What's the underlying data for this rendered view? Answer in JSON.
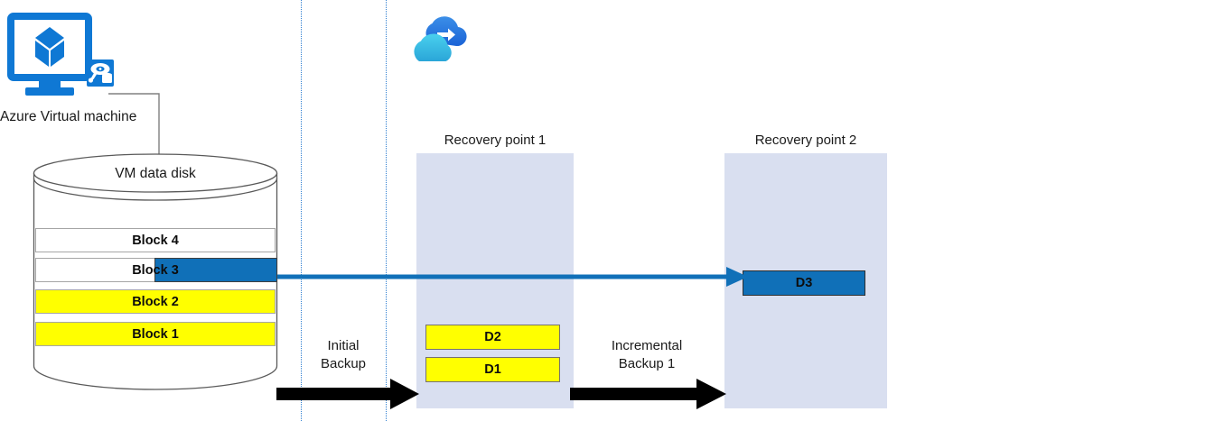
{
  "diagram": {
    "title": "Azure VM backup block-level incremental diagram",
    "colors": {
      "azure_blue": "#0f78d4",
      "cloud_light": "#32bedd",
      "panel_fill": "#d9dff0",
      "highlight_yellow": "#ffff00",
      "changed_block_blue": "#1070b8",
      "guide_line": "#2f7fd1",
      "arrow_black": "#000000"
    }
  },
  "source": {
    "vm_icon_name": "azure-virtual-machine-icon",
    "vm_label": "Azure Virtual machine",
    "disk_glyph_name": "vm-data-disk-icon",
    "cylinder": {
      "title": "VM data disk",
      "blocks": [
        {
          "label": "Block 4",
          "fill": "white",
          "changed": false
        },
        {
          "label": "Block 3",
          "fill": "white",
          "changed": true
        },
        {
          "label": "Block 2",
          "fill": "yellow",
          "changed": false
        },
        {
          "label": "Block 1",
          "fill": "yellow",
          "changed": false
        }
      ]
    }
  },
  "vault": {
    "icon_name": "recovery-services-vault-cloud-icon"
  },
  "recovery_points": [
    {
      "title": "Recovery point 1",
      "items": [
        {
          "label": "D2",
          "color": "yellow"
        },
        {
          "label": "D1",
          "color": "yellow"
        }
      ]
    },
    {
      "title": "Recovery point 2",
      "items": [
        {
          "label": "D3",
          "color": "blue"
        }
      ]
    }
  ],
  "flows": [
    {
      "name": "initial-backup",
      "label_line1": "Initial",
      "label_line2": "Backup",
      "style": "black-arrow"
    },
    {
      "name": "incremental-backup-1",
      "label_line1": "Incremental",
      "label_line2": "Backup 1",
      "style": "black-arrow"
    },
    {
      "name": "changed-block-transfer",
      "label_line1": "",
      "label_line2": "",
      "style": "blue-arrow"
    }
  ]
}
